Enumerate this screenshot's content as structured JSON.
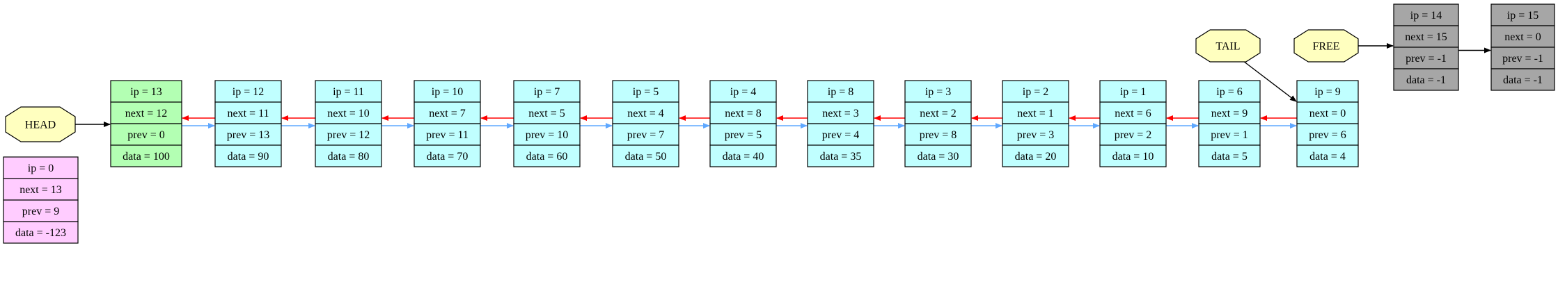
{
  "colors": {
    "head_node": "#b3ffb3",
    "list_node": "#c0ffff",
    "zero_node": "#ffccff",
    "free_node": "#a6a6a6",
    "marker": "#ffffbf",
    "next_edge": "#ff0000",
    "prev_edge": "#5fa8ff",
    "pointer_edge": "#000000"
  },
  "markers": {
    "head": "HEAD",
    "tail": "TAIL",
    "free": "FREE"
  },
  "nodes": [
    {
      "id": "n0",
      "kind": "zero_node",
      "fields": [
        "ip = 0",
        "next = 13",
        "prev = 9",
        "data = -123"
      ]
    },
    {
      "id": "n13",
      "kind": "head_node",
      "fields": [
        "ip = 13",
        "next = 12",
        "prev = 0",
        "data = 100"
      ]
    },
    {
      "id": "n12",
      "kind": "list_node",
      "fields": [
        "ip = 12",
        "next = 11",
        "prev = 13",
        "data = 90"
      ]
    },
    {
      "id": "n11",
      "kind": "list_node",
      "fields": [
        "ip = 11",
        "next = 10",
        "prev = 12",
        "data = 80"
      ]
    },
    {
      "id": "n10",
      "kind": "list_node",
      "fields": [
        "ip = 10",
        "next = 7",
        "prev = 11",
        "data = 70"
      ]
    },
    {
      "id": "n7",
      "kind": "list_node",
      "fields": [
        "ip = 7",
        "next = 5",
        "prev = 10",
        "data = 60"
      ]
    },
    {
      "id": "n5",
      "kind": "list_node",
      "fields": [
        "ip = 5",
        "next = 4",
        "prev = 7",
        "data = 50"
      ]
    },
    {
      "id": "n4",
      "kind": "list_node",
      "fields": [
        "ip = 4",
        "next = 8",
        "prev = 5",
        "data = 40"
      ]
    },
    {
      "id": "n8",
      "kind": "list_node",
      "fields": [
        "ip = 8",
        "next = 3",
        "prev = 4",
        "data = 35"
      ]
    },
    {
      "id": "n3",
      "kind": "list_node",
      "fields": [
        "ip = 3",
        "next = 2",
        "prev = 8",
        "data = 30"
      ]
    },
    {
      "id": "n2",
      "kind": "list_node",
      "fields": [
        "ip = 2",
        "next = 1",
        "prev = 3",
        "data = 20"
      ]
    },
    {
      "id": "n1",
      "kind": "list_node",
      "fields": [
        "ip = 1",
        "next = 6",
        "prev = 2",
        "data = 10"
      ]
    },
    {
      "id": "n6",
      "kind": "list_node",
      "fields": [
        "ip = 6",
        "next = 9",
        "prev = 1",
        "data = 5"
      ]
    },
    {
      "id": "n9",
      "kind": "list_node",
      "fields": [
        "ip = 9",
        "next = 0",
        "prev = 6",
        "data = 4"
      ]
    },
    {
      "id": "n14",
      "kind": "free_node",
      "fields": [
        "ip = 14",
        "next = 15",
        "prev = -1",
        "data = -1"
      ]
    },
    {
      "id": "n15",
      "kind": "free_node",
      "fields": [
        "ip = 15",
        "next = 0",
        "prev = -1",
        "data = -1"
      ]
    }
  ]
}
